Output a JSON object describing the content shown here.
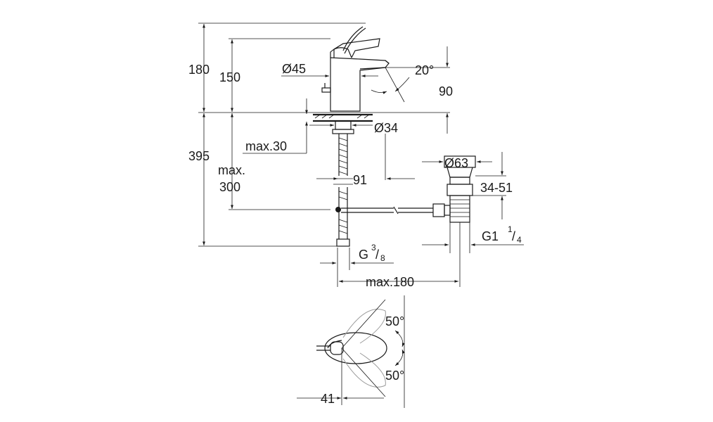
{
  "dimensions": {
    "height_total": "180",
    "height_spout": "150",
    "spout_diameter": "Ø45",
    "spout_angle": "20°",
    "spout_depth": "90",
    "shank_diameter": "Ø34",
    "deck_thickness": "max.30",
    "below_deck_total": "395",
    "below_deck_max_label": "max.",
    "below_deck_max_value": "300",
    "popup_offset": "91",
    "waste_diameter": "Ø63",
    "waste_range": "34-51",
    "waste_thread_main": "G1",
    "waste_thread_num": "1",
    "waste_thread_den": "4",
    "supply_thread_main": "G",
    "supply_thread_num": "3",
    "supply_thread_den": "8",
    "max_reach": "max.180",
    "lever_angle_up": "50°",
    "lever_angle_down": "50°",
    "lever_offset": "41"
  }
}
